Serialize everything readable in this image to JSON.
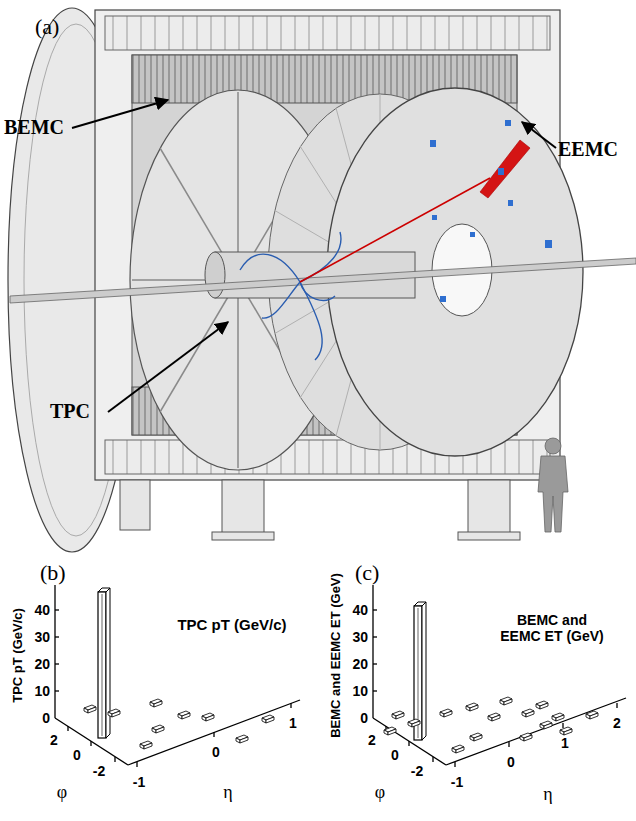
{
  "diagram": {
    "labels": [
      "(a)",
      "BEMC",
      "EEMC",
      "TPC",
      "(b)",
      "(c)",
      "TPC pT (GeV/c)",
      "TPC pT (GeV/c)",
      "40",
      "30",
      "20",
      "10",
      "0",
      "2",
      "0",
      "-2",
      "φ",
      "-1",
      "0",
      "1",
      "η",
      "BEMC and EEMC ET (GeV)",
      "BEMC and EEMC ET (GeV)",
      "40",
      "30",
      "20",
      "10",
      "0",
      "2",
      "0",
      "-2",
      "φ",
      "-1",
      "0",
      "1",
      "2",
      "η"
    ]
  }
}
